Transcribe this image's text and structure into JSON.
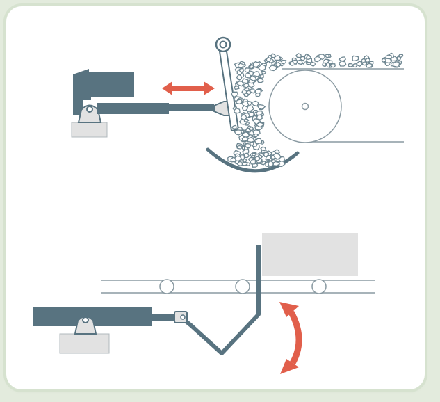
{
  "colors": {
    "background": "#e3ebdd",
    "card": "#ffffff",
    "card_border": "#d6e2cf",
    "machine": "#587380",
    "base": "#e2e2e2",
    "base_stroke": "#9aa6ac",
    "arrow": "#e15f4b",
    "line": "#8a9aa2",
    "stone": "#6f8792"
  },
  "diagrams": [
    {
      "name": "reciprocating-plate-feeder",
      "motion": "horizontal-reciprocating"
    },
    {
      "name": "swing-pusher-conveyor",
      "motion": "swinging-arc"
    }
  ]
}
